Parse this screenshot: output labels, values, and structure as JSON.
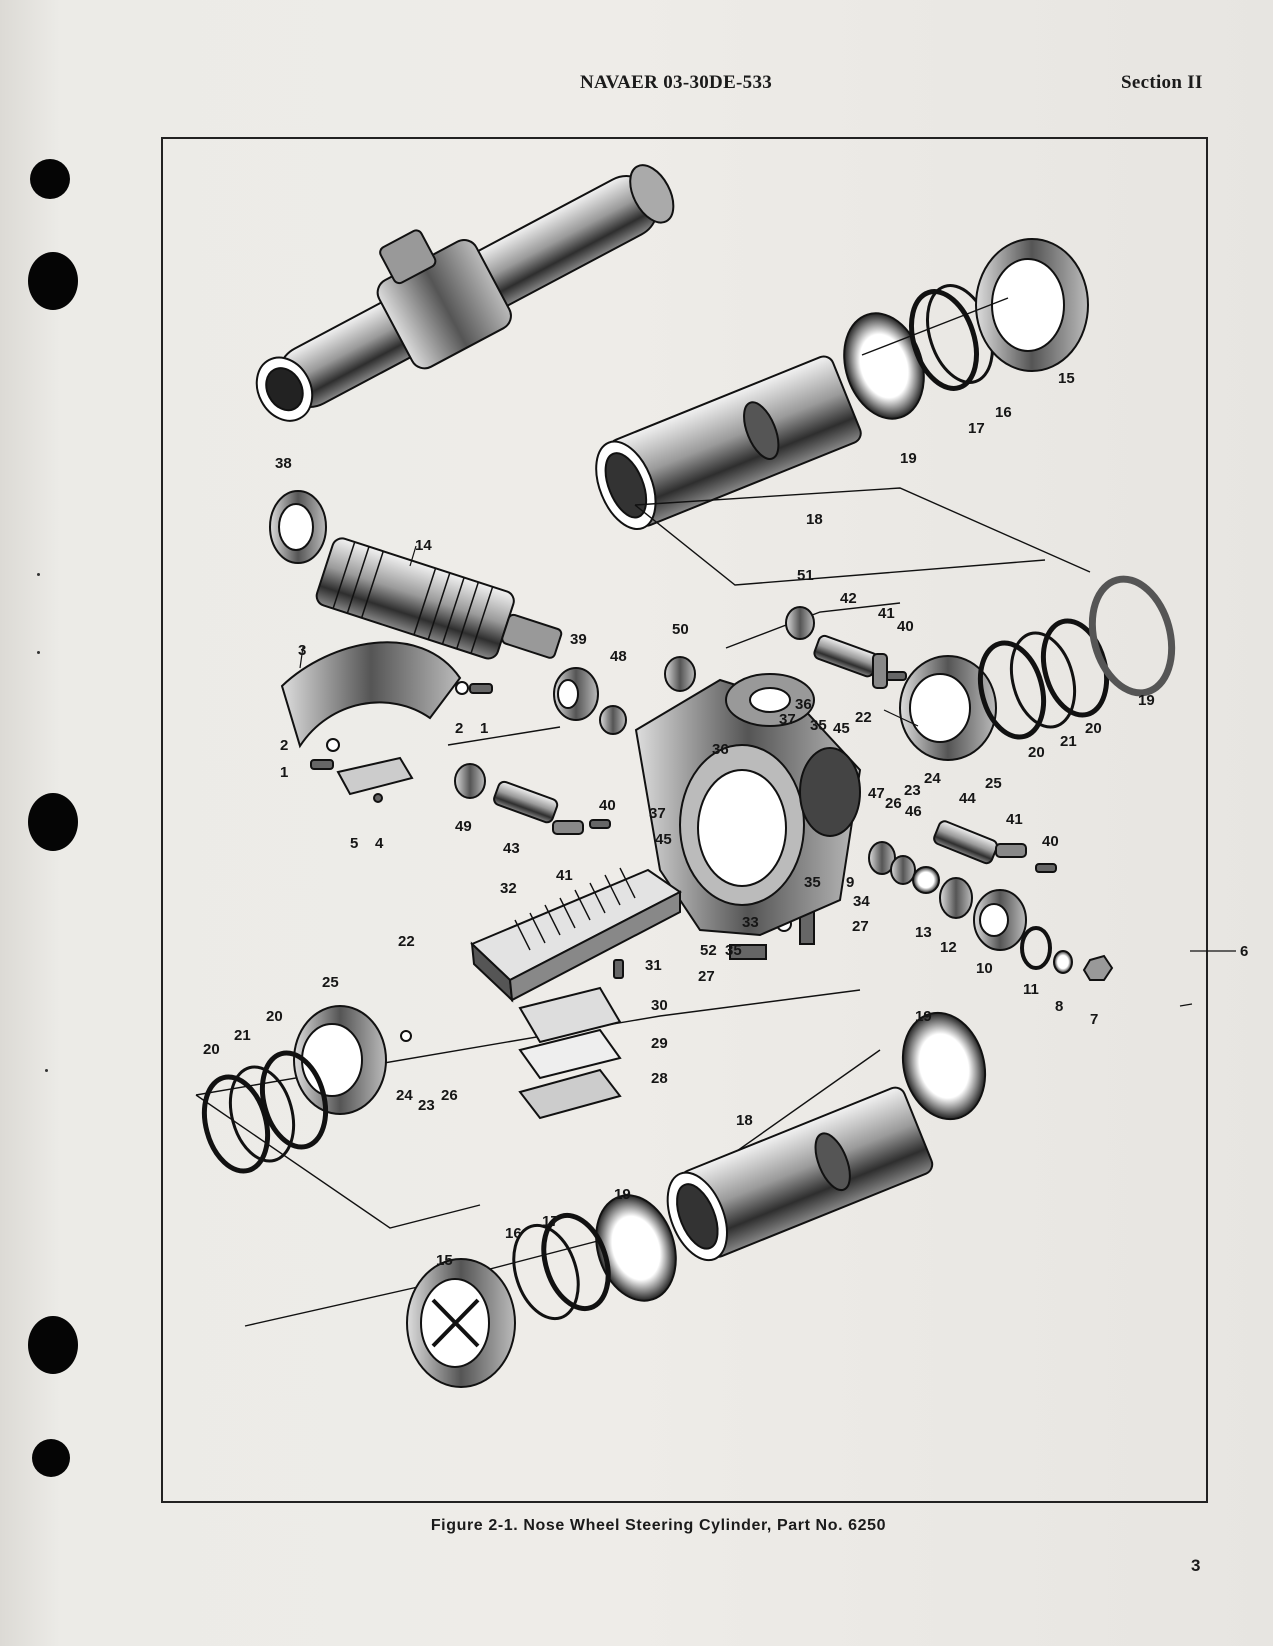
{
  "header": {
    "doc_number": "NAVAER 03-30DE-533",
    "section": "Section II"
  },
  "figure": {
    "caption": "Figure 2-1. Nose Wheel Steering Cylinder, Part No. 6250",
    "callouts": [
      "1",
      "2",
      "3",
      "4",
      "5",
      "6",
      "7",
      "8",
      "9",
      "10",
      "11",
      "12",
      "13",
      "14",
      "15",
      "16",
      "17",
      "18",
      "19",
      "20",
      "21",
      "22",
      "23",
      "24",
      "25",
      "26",
      "27",
      "28",
      "29",
      "30",
      "31",
      "32",
      "33",
      "34",
      "35",
      "36",
      "37",
      "38",
      "39",
      "40",
      "41",
      "42",
      "43",
      "44",
      "45",
      "46",
      "47",
      "48",
      "49",
      "50",
      "51",
      "52"
    ]
  },
  "footer": {
    "page_number": "3"
  }
}
